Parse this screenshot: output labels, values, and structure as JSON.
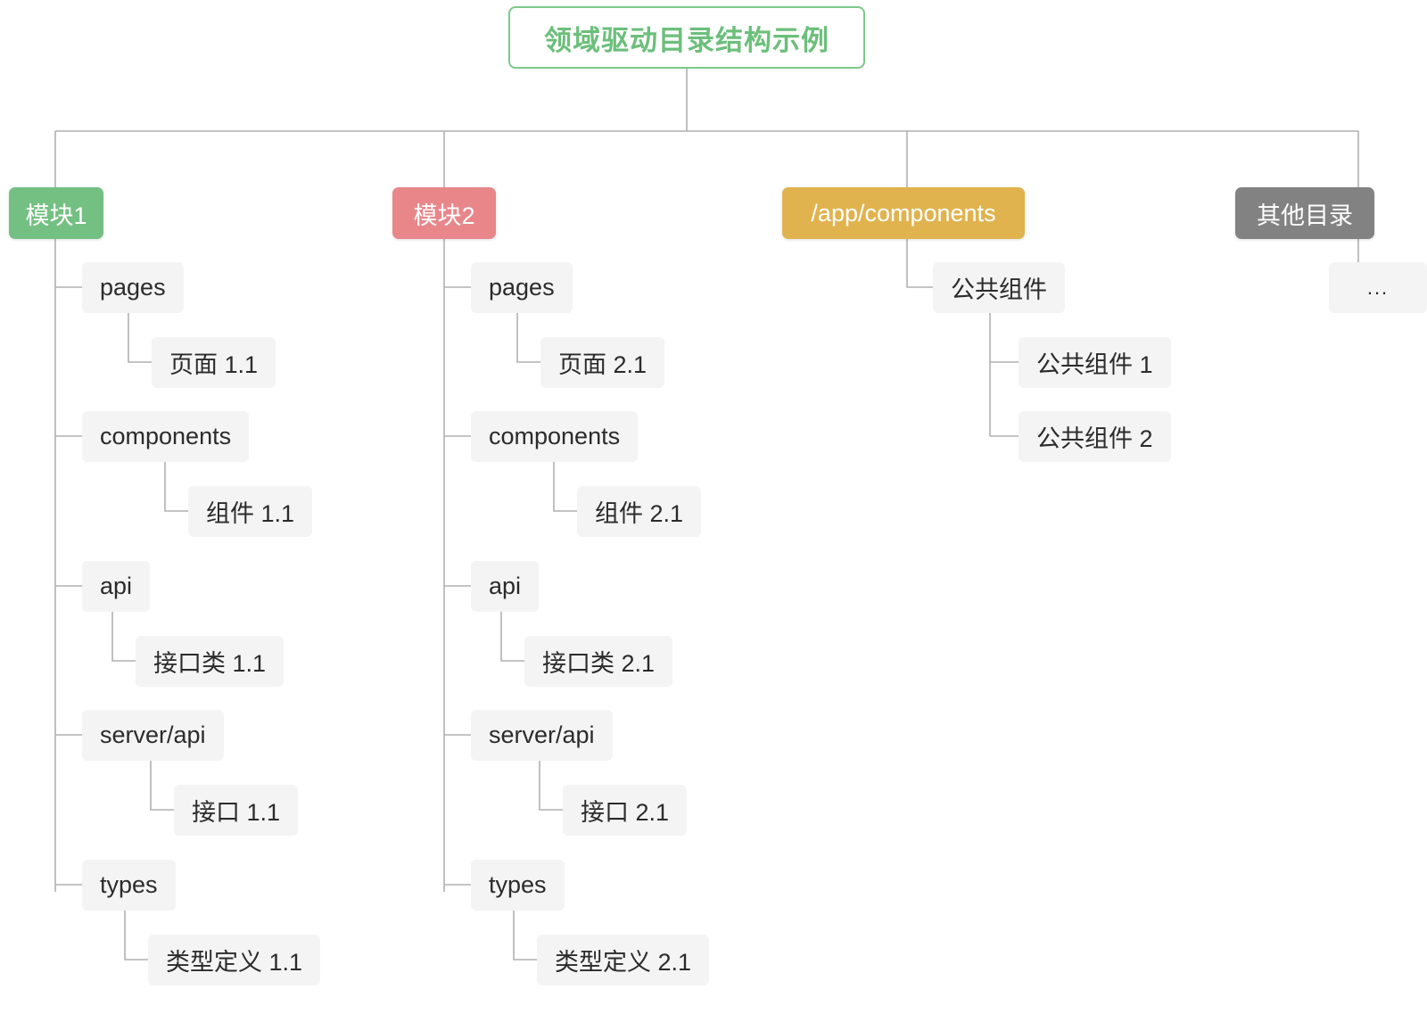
{
  "diagram": {
    "type": "tree",
    "title": "领域驱动目录结构示例",
    "colors": {
      "title_border": "#7ec98a",
      "title_text": "#6cbf7b",
      "module1": "#74c082",
      "module2": "#e8868a",
      "app_components": "#e0b34e",
      "other": "#828282",
      "node_bg": "#f4f4f4",
      "node_text": "#2b2b2b",
      "line": "#b0b0b0",
      "background": "#ffffff"
    },
    "branches": [
      {
        "label": "模块1",
        "style": "green",
        "children": [
          {
            "label": "pages",
            "children": [
              {
                "label": "页面 1.1"
              }
            ]
          },
          {
            "label": "components",
            "children": [
              {
                "label": "组件 1.1"
              }
            ]
          },
          {
            "label": "api",
            "children": [
              {
                "label": "接口类 1.1"
              }
            ]
          },
          {
            "label": "server/api",
            "children": [
              {
                "label": "接口 1.1"
              }
            ]
          },
          {
            "label": "types",
            "children": [
              {
                "label": "类型定义 1.1"
              }
            ]
          }
        ]
      },
      {
        "label": "模块2",
        "style": "red",
        "children": [
          {
            "label": "pages",
            "children": [
              {
                "label": "页面 2.1"
              }
            ]
          },
          {
            "label": "components",
            "children": [
              {
                "label": "组件 2.1"
              }
            ]
          },
          {
            "label": "api",
            "children": [
              {
                "label": "接口类 2.1"
              }
            ]
          },
          {
            "label": "server/api",
            "children": [
              {
                "label": "接口 2.1"
              }
            ]
          },
          {
            "label": "types",
            "children": [
              {
                "label": "类型定义 2.1"
              }
            ]
          }
        ]
      },
      {
        "label": "/app/components",
        "style": "amber",
        "children": [
          {
            "label": "公共组件",
            "children": [
              {
                "label": "公共组件 1"
              },
              {
                "label": "公共组件 2"
              }
            ]
          }
        ]
      },
      {
        "label": "其他目录",
        "style": "gray",
        "children": [
          {
            "label": "..."
          }
        ]
      }
    ]
  }
}
